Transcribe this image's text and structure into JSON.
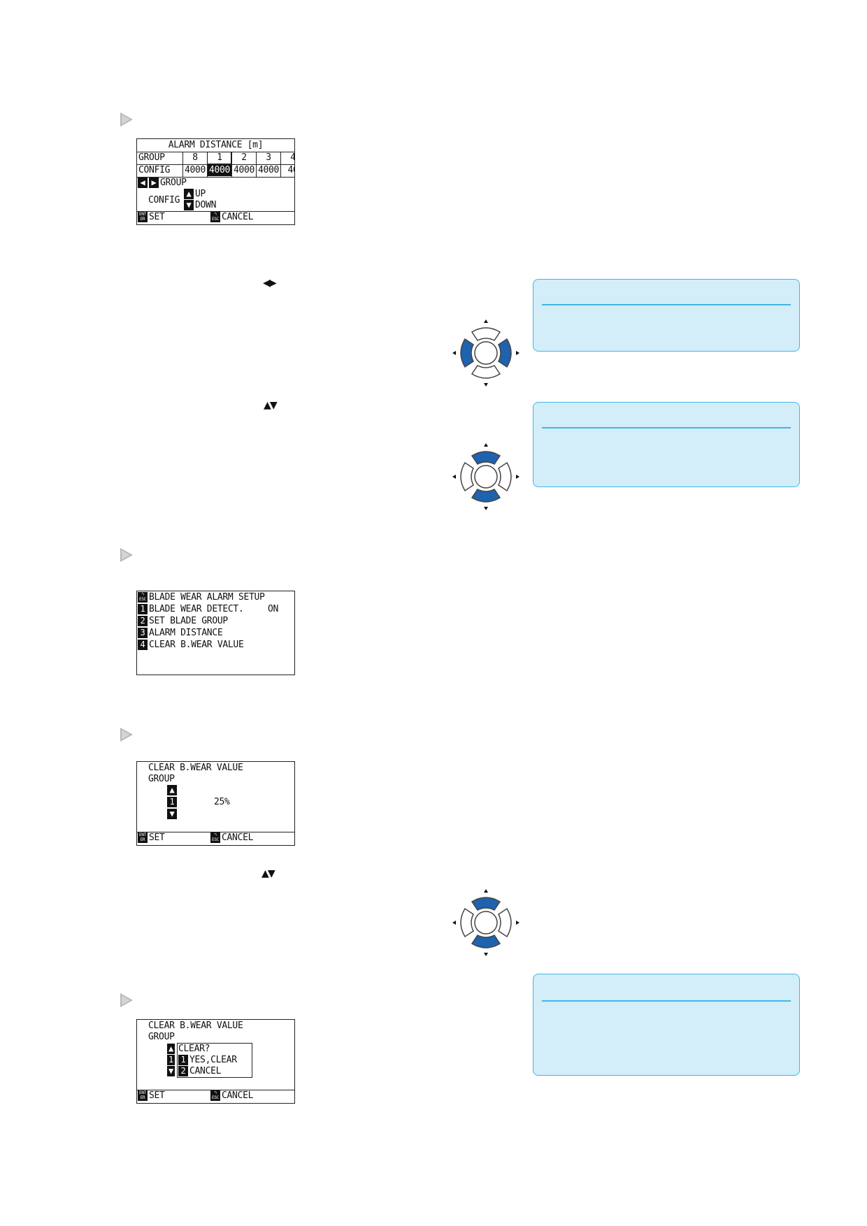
{
  "screen1": {
    "title": "ALARM DISTANCE [m]",
    "row_labels": [
      "GROUP",
      "CONFIG"
    ],
    "columns": [
      {
        "group": "8",
        "config": "4000"
      },
      {
        "group": "1",
        "config": "4000"
      },
      {
        "group": "2",
        "config": "4000"
      },
      {
        "group": "3",
        "config": "4000"
      },
      {
        "group": "4",
        "config": "40"
      }
    ],
    "selected_column": 1,
    "hint_group": "GROUP",
    "hint_config": "CONFIG",
    "hint_up": "UP",
    "hint_down": "DOWN",
    "footer_set": "SET",
    "footer_cancel": "CANCEL"
  },
  "key_left_right": "◀▶",
  "key_up_down": "▲▼",
  "screen2": {
    "title": "BLADE WEAR ALARM SETUP",
    "items": [
      {
        "num": "1",
        "label": "BLADE WEAR DETECT.",
        "value": "ON"
      },
      {
        "num": "2",
        "label": "SET BLADE GROUP",
        "value": ""
      },
      {
        "num": "3",
        "label": "ALARM DISTANCE",
        "value": ""
      },
      {
        "num": "4",
        "label": "CLEAR B.WEAR VALUE",
        "value": ""
      }
    ]
  },
  "screen3": {
    "title": "CLEAR B.WEAR VALUE",
    "group_label": "GROUP",
    "group_value": "1",
    "percent": "25%",
    "footer_set": "SET",
    "footer_cancel": "CANCEL"
  },
  "screen4": {
    "title": "CLEAR B.WEAR VALUE",
    "group_label": "GROUP",
    "group_value": "1",
    "dialog_title": "CLEAR?",
    "option1_num": "1",
    "option1_label": "YES,CLEAR",
    "option2_num": "2",
    "option2_label": "CANCEL",
    "footer_set": "SET",
    "footer_cancel": "CANCEL"
  }
}
